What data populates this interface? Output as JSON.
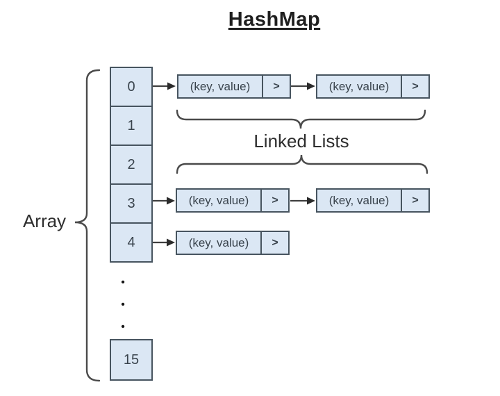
{
  "title": "HashMap",
  "array": {
    "label": "Array",
    "cells": [
      "0",
      "1",
      "2",
      "3",
      "4"
    ],
    "ellipsis_dots": [
      "•",
      "•",
      "•"
    ],
    "last_cell": "15"
  },
  "linked_lists": {
    "label": "Linked Lists",
    "node_label": "(key, value)",
    "pointer_label": ">",
    "buckets_with_lists": [
      {
        "bucket": "0",
        "node_count": 2
      },
      {
        "bucket": "3",
        "node_count": 2
      },
      {
        "bucket": "4",
        "node_count": 1
      }
    ]
  },
  "colors": {
    "cell_fill": "#dbe7f4",
    "cell_border": "#47545f",
    "line": "#3f3f3f",
    "brace": "#4a4a4a",
    "text": "#39434c",
    "background": "#ffffff"
  }
}
